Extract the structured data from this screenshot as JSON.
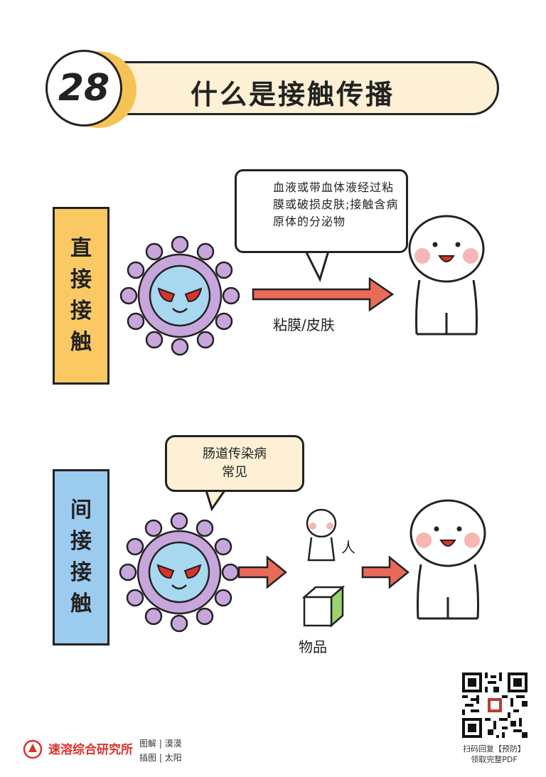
{
  "header": {
    "number": "28",
    "title": "什么是接触传播"
  },
  "direct": {
    "label_chars": [
      "直",
      "接",
      "接",
      "触"
    ],
    "bubble_text": "血液或带血体液经过粘膜或破损皮肤;接触含病原体的分泌物",
    "arrow_label": "粘膜/皮肤"
  },
  "indirect": {
    "label_chars": [
      "间",
      "接",
      "接",
      "触"
    ],
    "bubble_line1": "肠道传染病",
    "bubble_line2": "常见",
    "person_label": "人",
    "object_label": "物品"
  },
  "footer": {
    "brand": "速溶综合研究所",
    "credit_line1": "图解 | 漠漠",
    "credit_line2": "插图 | 太阳",
    "qr_line1": "扫码回复【预防】",
    "qr_line2": "领取完整PDF"
  },
  "colors": {
    "title_bar": "#fdf0d4",
    "number_accent": "#f7c255",
    "direct_label": "#fac964",
    "indirect_label": "#9ccbf0",
    "virus_spikes": "#c7a6dc",
    "virus_body": "#a8d8ef",
    "arrow": "#ea6a5a",
    "blood_drop": "#e86a5c",
    "cheeks": "#f6b6b4",
    "box_side": "#9ad36e",
    "brand": "#d9342b"
  }
}
